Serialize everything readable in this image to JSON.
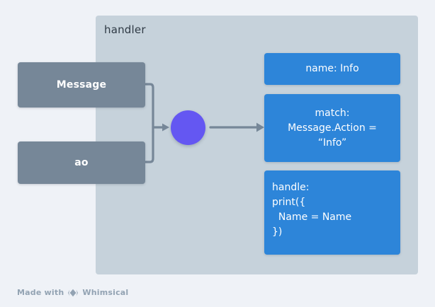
{
  "diagram": {
    "group": {
      "title": "handler",
      "panel_color": "#c6d2db"
    },
    "inputs": [
      {
        "id": "message",
        "label": "Message",
        "color": "#768798"
      },
      {
        "id": "ao",
        "label": "ao",
        "color": "#768798"
      }
    ],
    "junction": {
      "color": "#6457f2",
      "shape": "circle"
    },
    "properties": [
      {
        "id": "name",
        "color": "#2d85d9",
        "align": "center",
        "lines": [
          "name: Info"
        ]
      },
      {
        "id": "match",
        "color": "#2d85d9",
        "align": "center",
        "lines": [
          "match:",
          "Message.Action =",
          "“Info”"
        ]
      },
      {
        "id": "handle",
        "color": "#2d85d9",
        "align": "left",
        "lines": [
          "handle:",
          "print({",
          "  Name = Name",
          "})"
        ]
      }
    ],
    "connectors": {
      "merge_bracket_color": "#768798",
      "arrow_color": "#768798"
    }
  },
  "footer": {
    "made_with": "Made with",
    "brand": "Whimsical",
    "logo_icon": "whimsical-diamond-icon"
  },
  "background_color": "#eff2f7"
}
